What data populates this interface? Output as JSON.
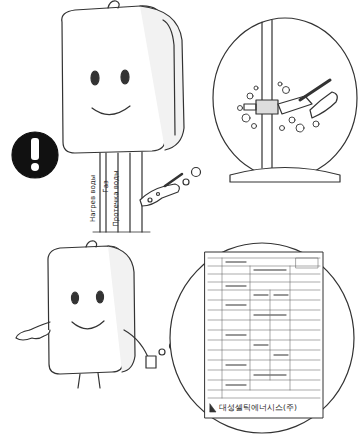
{
  "diagram": {
    "labels": [
      "Нагрев воды",
      "Газ",
      "Протечка воды",
      "대성셀틱에너시스(주)"
    ]
  }
}
